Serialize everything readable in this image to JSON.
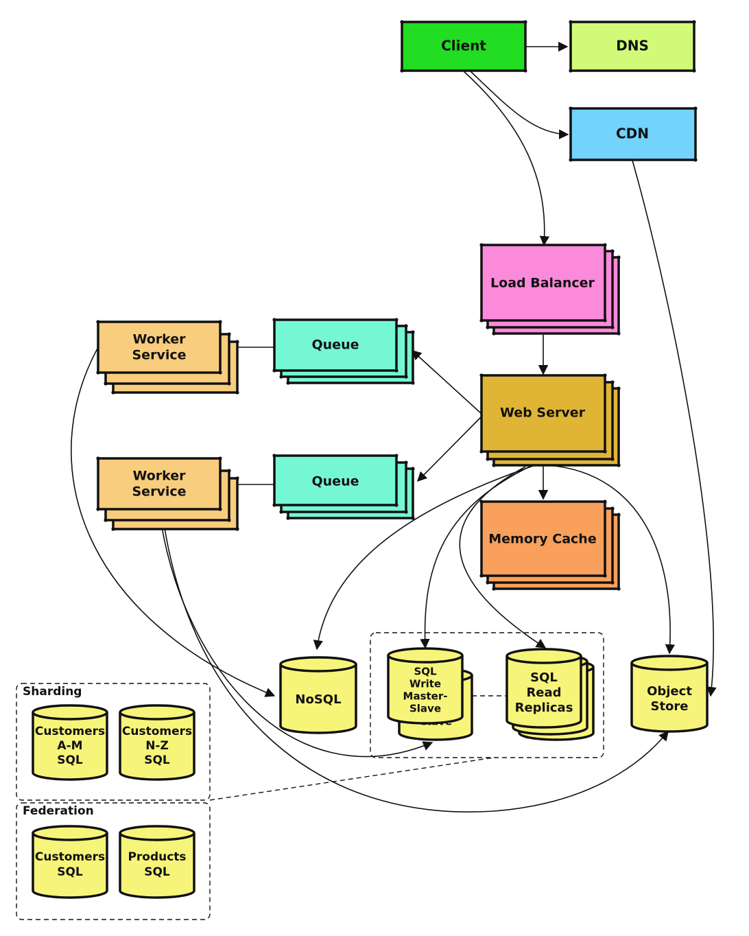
{
  "colors": {
    "client": "#22dd22",
    "dns": "#d2fa78",
    "cdn": "#72d3fb",
    "load_balancer": "#fb8adb",
    "queue": "#76f7d4",
    "worker": "#f8cd7d",
    "web_server": "#e0b536",
    "memory_cache": "#f8a05c",
    "database": "#f7f47a",
    "stroke": "#111111"
  },
  "nodes": {
    "client": "Client",
    "dns": "DNS",
    "cdn": "CDN",
    "load_balancer": "Load Balancer",
    "web_server": "Web Server",
    "queue_top": "Queue",
    "queue_bottom": "Queue",
    "worker_top": [
      "Worker",
      "Service"
    ],
    "worker_bottom": [
      "Worker",
      "Service"
    ],
    "memory_cache": "Memory Cache",
    "nosql": "NoSQL",
    "sql_write": [
      "SQL",
      "Write",
      "Master-",
      "Slave"
    ],
    "sql_write_back": "Slave",
    "sql_read": [
      "SQL",
      "Read",
      "Replicas"
    ],
    "object_store": [
      "Object",
      "Store"
    ]
  },
  "groups": {
    "sharding": {
      "title": "Sharding",
      "dbs": [
        [
          "Customers",
          "A-M",
          "SQL"
        ],
        [
          "Customers",
          "N-Z",
          "SQL"
        ]
      ]
    },
    "federation": {
      "title": "Federation",
      "dbs": [
        [
          "Customers",
          "SQL"
        ],
        [
          "Products",
          "SQL"
        ]
      ]
    }
  }
}
